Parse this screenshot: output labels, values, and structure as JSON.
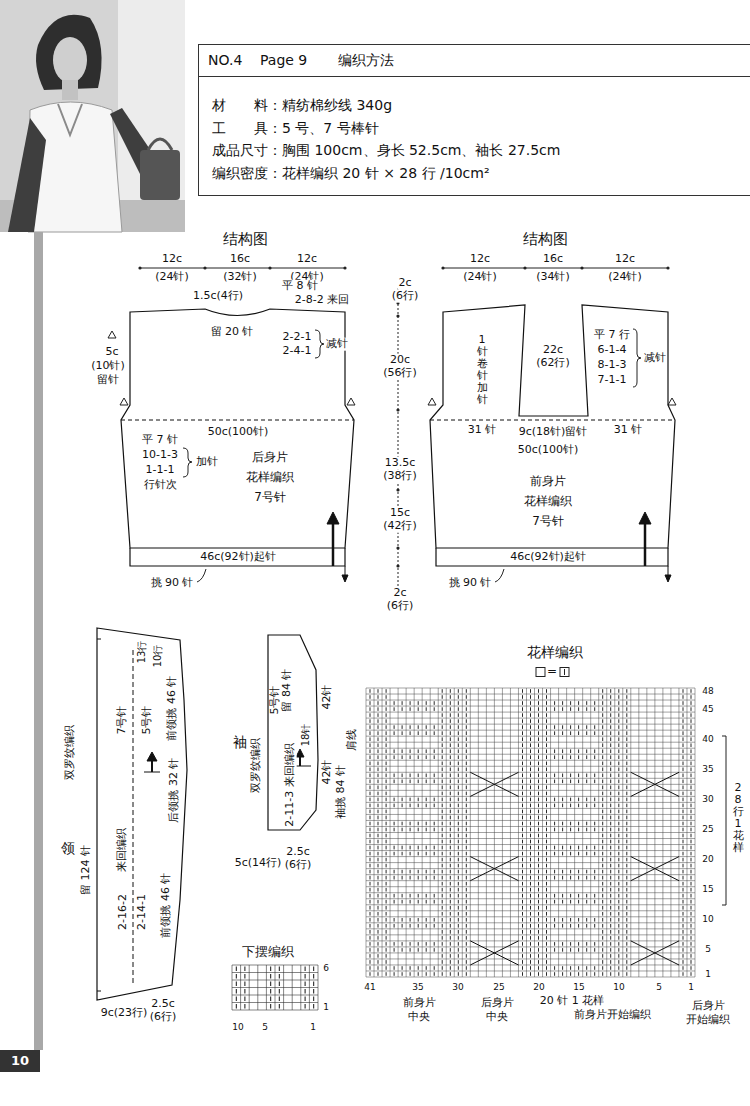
{
  "diagram": {
    "nodes": [
      {
        "text": [
          "NO.4",
          "Page 9",
          "编织方法",
          "材　　料：精纺棉纱线 340g",
          "工　　具：5 号、7 号棒针",
          "成品尺寸：胸围 100cm、身长 52.5cm、袖长 27.5cm",
          "编织密度：花样编织 20 针 × 28 行 /10cm²"
        ]
      },
      {
        "text": [
          "后身片",
          "花样编织",
          "7号针"
        ]
      },
      {
        "text": [
          "前身片",
          "花样编织",
          "7号针"
        ]
      },
      {
        "text": [
          "7号针",
          "5号针"
        ]
      },
      {
        "text": [
          "5号针"
        ]
      },
      {
        "text": [
          "下摆编织"
        ]
      },
      {
        "text": [
          "花样编织"
        ]
      }
    ],
    "labels": [
      "结构图",
      "12c",
      "(24针)",
      "16c",
      "(32针)",
      "12c",
      "(24针)",
      "1.5c(4行)",
      "平 8 针",
      "2-8-2 来回",
      "留 20 针",
      "2-2-1",
      "2-4-1",
      "减针",
      "5c",
      "(10针)",
      "留针",
      "50c(100针)",
      "平 7 针",
      "10-1-3",
      "1-1-1",
      "行针次",
      "加针",
      "46c(92针)起针",
      "挑 90 针",
      "2c",
      "(6行)",
      "20c",
      "(56行)",
      "13.5c",
      "(38行)",
      "15c",
      "(42行)",
      "2c",
      "(6行)",
      "结构图",
      "12c",
      "(24针)",
      "16c",
      "(34针)",
      "12c",
      "(24针)",
      "1针卷针加针",
      "22c",
      "(62行)",
      "平 7 行",
      "6-1-4",
      "8-1-3",
      "7-1-1",
      "减针",
      "31 针",
      "9c(18针)留针",
      "31 针",
      "50c(100针)",
      "46c(92针)起针",
      "挑 90 针",
      "领",
      "双罗纹编织",
      "留 124 针",
      "13行",
      "10行",
      "前领挑 46 针",
      "后领挑 32 针",
      "前领挑 46 针",
      "来回编织",
      "2-16-2",
      "2-14-1",
      "9c(23行)",
      "2.5c",
      "(6行)",
      "袖",
      "双罗纹编织",
      "留 84 针",
      "2-11-3 来回编织",
      "18针",
      "42针",
      "肩线",
      "42针",
      "袖挑 84 针",
      "5c(14行)",
      "2.5c",
      "(6行)",
      "10",
      "5",
      "1",
      "6",
      "1",
      "=",
      "48",
      "45",
      "40",
      "35",
      "30",
      "25",
      "20",
      "15",
      "10",
      "5",
      "1",
      "41",
      "35",
      "30",
      "25",
      "20",
      "15",
      "10",
      "5",
      "1",
      "28行1花样",
      "前身片",
      "中央",
      "后身片",
      "中央",
      "20 针 1 花样",
      "前身片开始编织",
      "后身片",
      "开始编织",
      "10"
    ]
  }
}
